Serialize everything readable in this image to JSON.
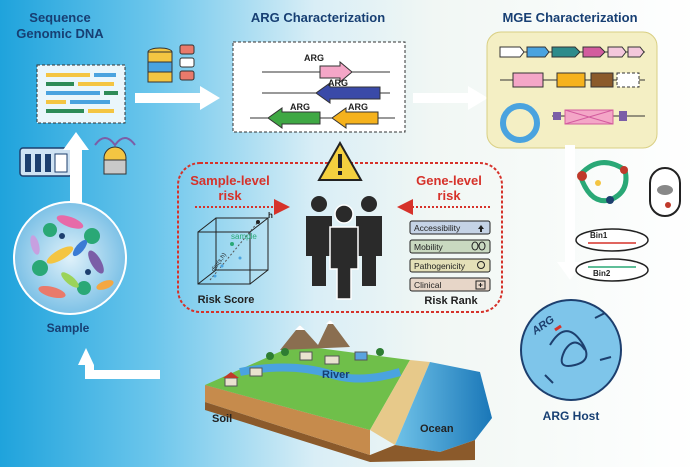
{
  "sections": {
    "sequence_line1": "Sequence",
    "sequence_line2": "Genomic DNA",
    "arg_characterization": "ARG Characterization",
    "mge_characterization": "MGE Characterization",
    "sample": "Sample",
    "arg_host": "ARG Host"
  },
  "arg_panel": {
    "gene_labels": [
      "ARG",
      "ARG",
      "ARG",
      "ARG"
    ]
  },
  "risk": {
    "sample_level_line1": "Sample-level",
    "sample_level_line2": "risk",
    "gene_level_line1": "Gene-level",
    "gene_level_line2": "risk",
    "risk_score": "Risk Score",
    "risk_rank": "Risk Rank",
    "cube_sample": "sample",
    "cube_h": "h",
    "cube_dist": "dist(s,h)",
    "rank_items": [
      "Accessibility",
      "Mobility",
      "Pathogenicity",
      "Clinical"
    ]
  },
  "host": {
    "bin1": "Bin1",
    "bin2": "Bin2",
    "arg_text": "ARG"
  },
  "environment": {
    "river": "River",
    "soil": "Soil",
    "ocean": "Ocean"
  },
  "colors": {
    "risk_red": "#d6322a",
    "rank_box": "#c5d3e6",
    "panel_yellow": "#f4efc4",
    "arrow_white": "#ffffff"
  }
}
